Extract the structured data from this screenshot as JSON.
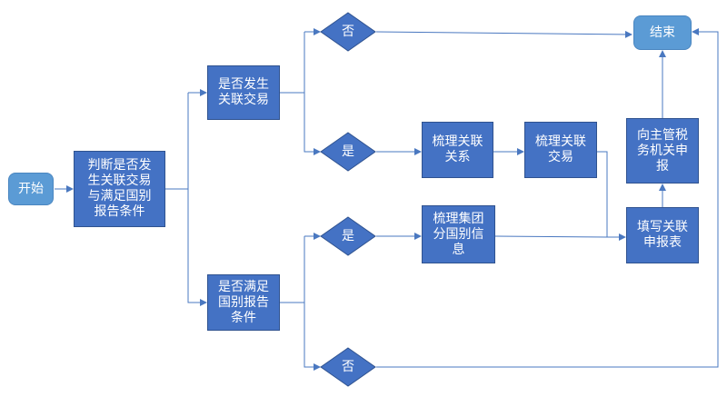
{
  "colors": {
    "node_fill": "#4472c4",
    "terminal_fill": "#5b9bd5",
    "edge": "#4a78c0"
  },
  "nodes": {
    "start": "开始",
    "judge": "判断是否发\n生关联交易\n与满足国别\n报告条件",
    "q_related": "是否发生\n关联交易",
    "q_report": "是否满足\n国别报告\n条件",
    "no_top": "否",
    "yes_mid": "是",
    "yes_low": "是",
    "no_bottom": "否",
    "sort_relations": "梳理关联\n关系",
    "sort_transactions": "梳理关联\n交易",
    "sort_group": "梳理集团\n分国别信\n息",
    "fill_form": "填写关联\n申报表",
    "submit": "向主管税\n务机关申\n报",
    "end": "结束"
  }
}
